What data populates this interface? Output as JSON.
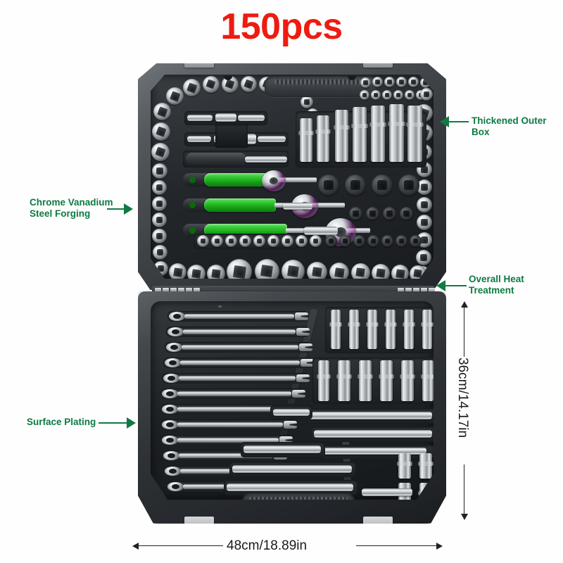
{
  "product": {
    "title": "150pcs",
    "title_color": "#ee1b11",
    "subject": "mechanic tool set in blow-molded case",
    "case_color": "#2e3134"
  },
  "callouts": [
    {
      "id": "thickened-outer-box",
      "label": "Thickened Outer Box",
      "arrow": "left",
      "color": "#0d7a42"
    },
    {
      "id": "chrome-vanadium-steel-forging",
      "label": "Chrome Vanadium\nSteel Forging",
      "arrow": "right",
      "color": "#0d7a42"
    },
    {
      "id": "overall-heat-treatment",
      "label": "Overall Heat\nTreatment",
      "arrow": "left",
      "color": "#0d7a42"
    },
    {
      "id": "surface-plating",
      "label": "Surface Plating",
      "arrow": "right",
      "color": "#0d7a42"
    }
  ],
  "dimensions": {
    "height": "36cm/14.17in",
    "width": "48cm/18.89in",
    "line_color": "#222222"
  },
  "case": {
    "lid_label": "upper lid tray",
    "tray_label": "lower storage tray",
    "latch_clips": 4,
    "hinge_label": "piano hinge with bit strip"
  },
  "contents": {
    "lid": {
      "perimeter_sockets": 64,
      "screwdrivers_green": 3,
      "ratchets": 3,
      "deep_sockets": 9,
      "large_drive_sockets": 14,
      "small_bit_sockets": 22
    },
    "tray": {
      "combination_wrenches": 12,
      "bit_drivers": 6,
      "deep_sockets": 6,
      "extension_bars": 4,
      "t_handles": 3,
      "spark_plug_sockets": 4
    }
  }
}
